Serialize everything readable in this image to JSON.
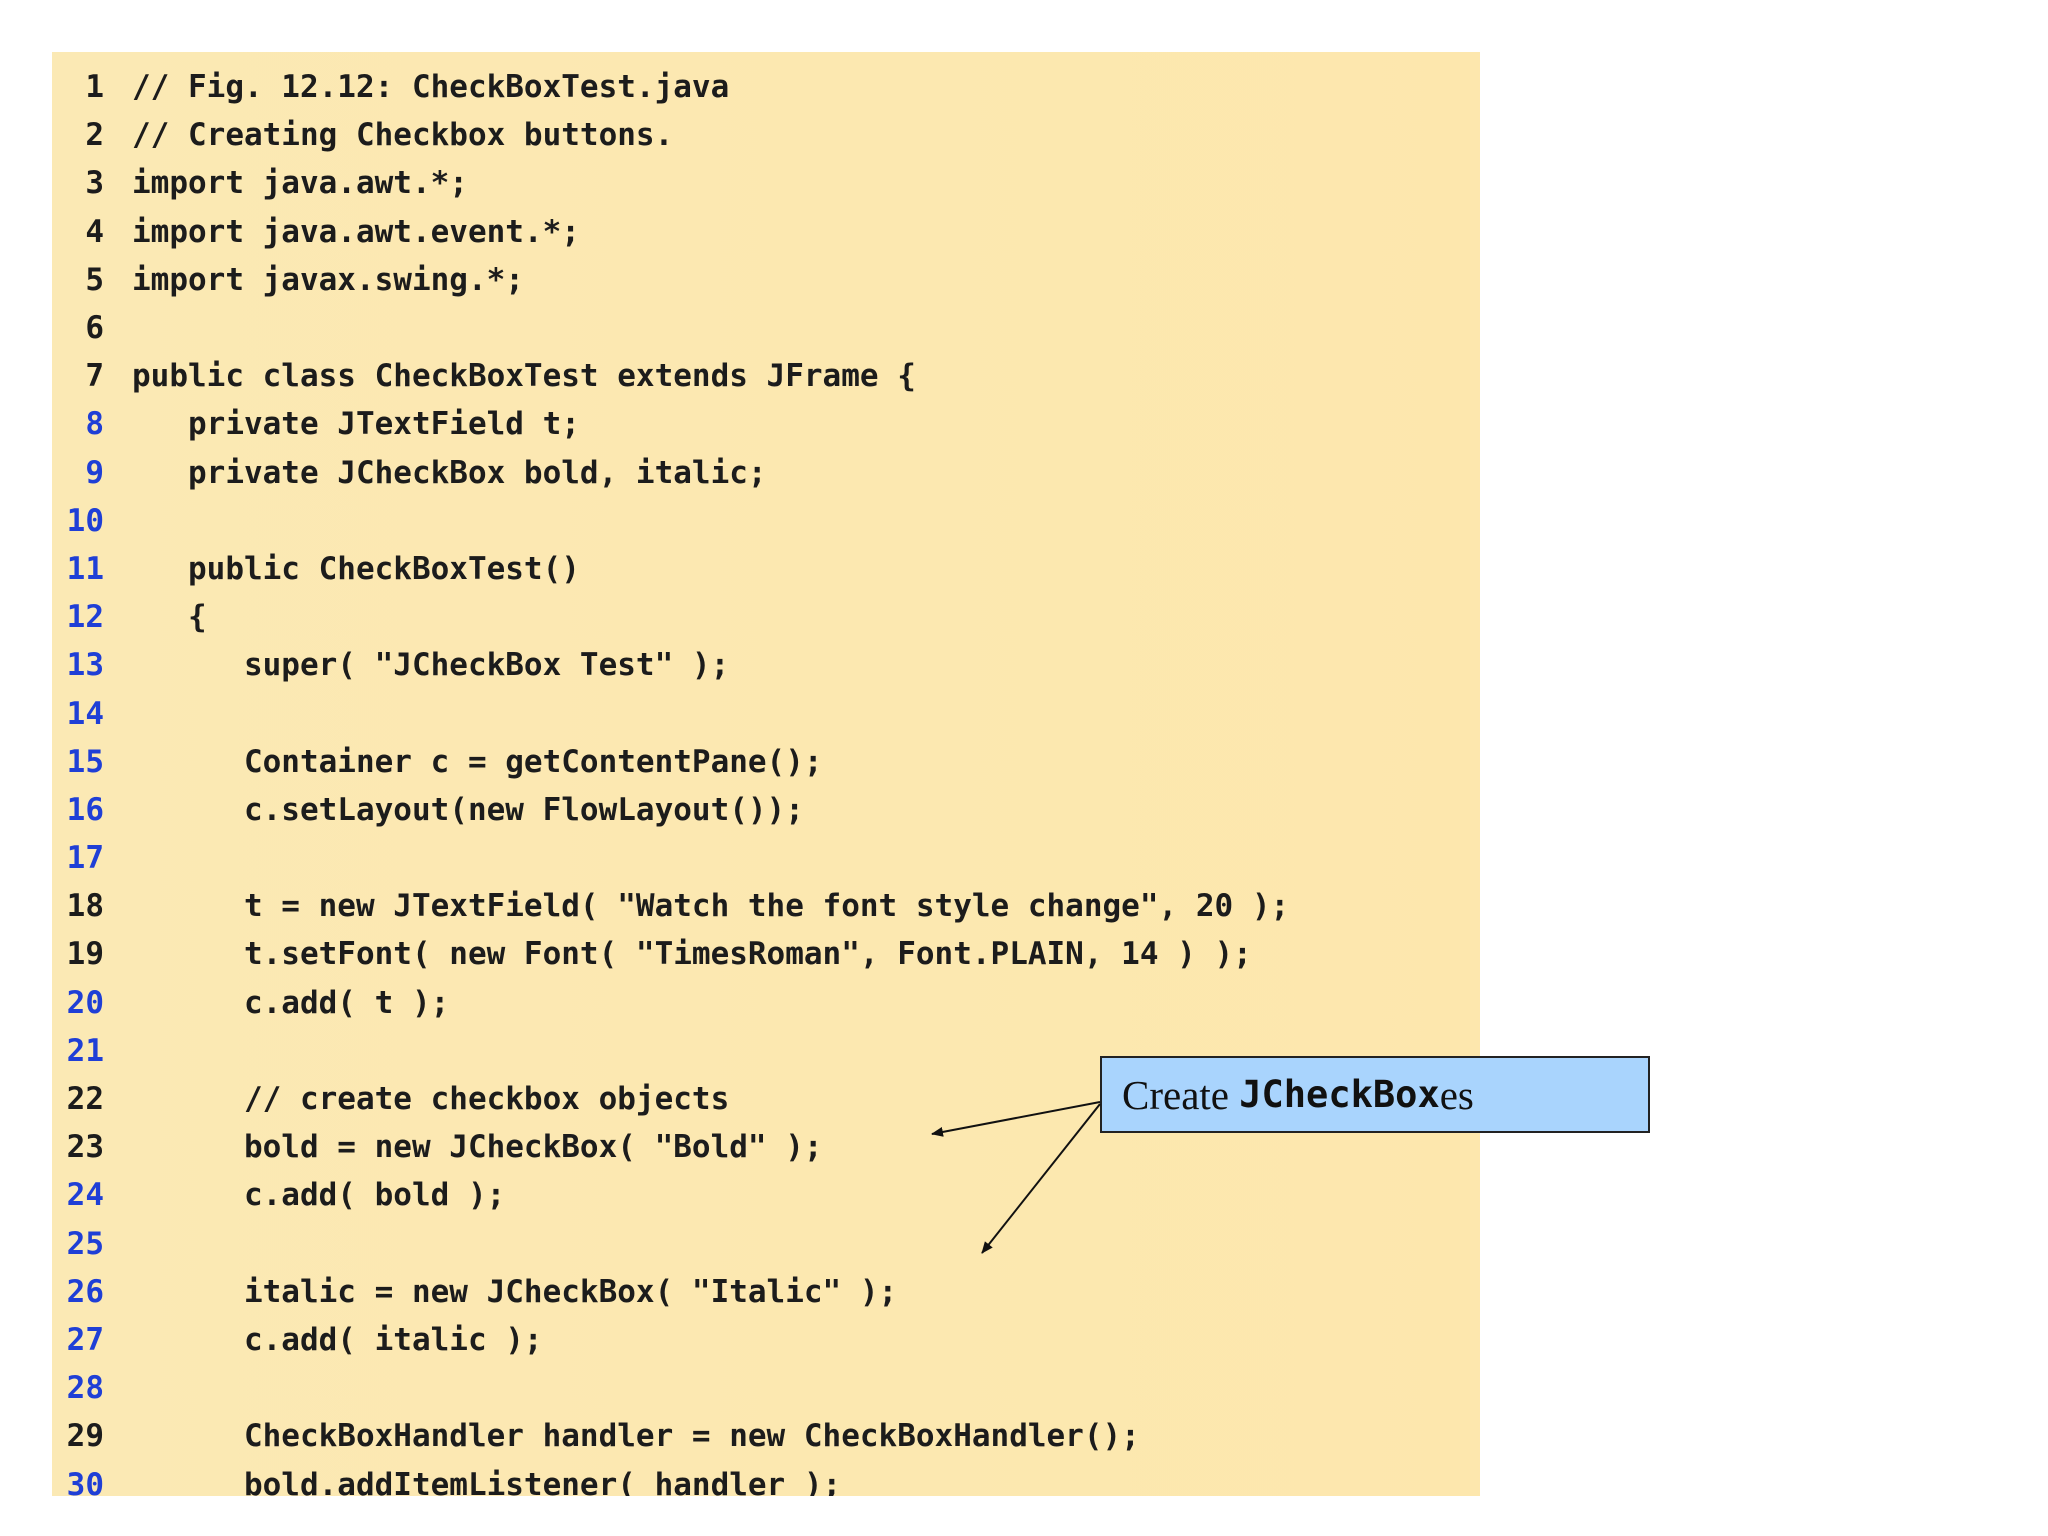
{
  "colors": {
    "background": "#ffffff",
    "code_panel": "#fde8b0",
    "line_number_default": "#1c1c1c",
    "line_number_accent": "#1f3fd6",
    "code_text": "#1c1c1c",
    "callout_fill": "#a9d4fd",
    "callout_border": "#222222"
  },
  "code": {
    "lines": [
      {
        "num": "1",
        "text": "// Fig. 12.12: CheckBoxTest.java",
        "accent": false
      },
      {
        "num": "2",
        "text": "// Creating Checkbox buttons.",
        "accent": false
      },
      {
        "num": "3",
        "text": "import java.awt.*;",
        "accent": false
      },
      {
        "num": "4",
        "text": "import java.awt.event.*;",
        "accent": false
      },
      {
        "num": "5",
        "text": "import javax.swing.*;",
        "accent": false
      },
      {
        "num": "6",
        "text": "",
        "accent": false
      },
      {
        "num": "7",
        "text": "public class CheckBoxTest extends JFrame {",
        "accent": false
      },
      {
        "num": "8",
        "text": "   private JTextField t;",
        "accent": true
      },
      {
        "num": "9",
        "text": "   private JCheckBox bold, italic;",
        "accent": true
      },
      {
        "num": "10",
        "text": "",
        "accent": true
      },
      {
        "num": "11",
        "text": "   public CheckBoxTest()",
        "accent": true
      },
      {
        "num": "12",
        "text": "   {",
        "accent": true
      },
      {
        "num": "13",
        "text": "      super( \"JCheckBox Test\" );",
        "accent": true
      },
      {
        "num": "14",
        "text": "",
        "accent": true
      },
      {
        "num": "15",
        "text": "      Container c = getContentPane();",
        "accent": true
      },
      {
        "num": "16",
        "text": "      c.setLayout(new FlowLayout());",
        "accent": true
      },
      {
        "num": "17",
        "text": "",
        "accent": true
      },
      {
        "num": "18",
        "text": "      t = new JTextField( \"Watch the font style change\", 20 );",
        "accent": false
      },
      {
        "num": "19",
        "text": "      t.setFont( new Font( \"TimesRoman\", Font.PLAIN, 14 ) );",
        "accent": false
      },
      {
        "num": "20",
        "text": "      c.add( t );",
        "accent": true
      },
      {
        "num": "21",
        "text": "",
        "accent": true
      },
      {
        "num": "22",
        "text": "      // create checkbox objects",
        "accent": false
      },
      {
        "num": "23",
        "text": "      bold = new JCheckBox( \"Bold\" );",
        "accent": false
      },
      {
        "num": "24",
        "text": "      c.add( bold );",
        "accent": true
      },
      {
        "num": "25",
        "text": "",
        "accent": true
      },
      {
        "num": "26",
        "text": "      italic = new JCheckBox( \"Italic\" );",
        "accent": true
      },
      {
        "num": "27",
        "text": "      c.add( italic );",
        "accent": true
      },
      {
        "num": "28",
        "text": "",
        "accent": true
      },
      {
        "num": "29",
        "text": "      CheckBoxHandler handler = new CheckBoxHandler();",
        "accent": false
      },
      {
        "num": "30",
        "text": "      bold.addItemListener( handler );",
        "accent": true
      }
    ]
  },
  "callout": {
    "prefix": "Create ",
    "code_word": "JCheckBox",
    "suffix": "es"
  }
}
